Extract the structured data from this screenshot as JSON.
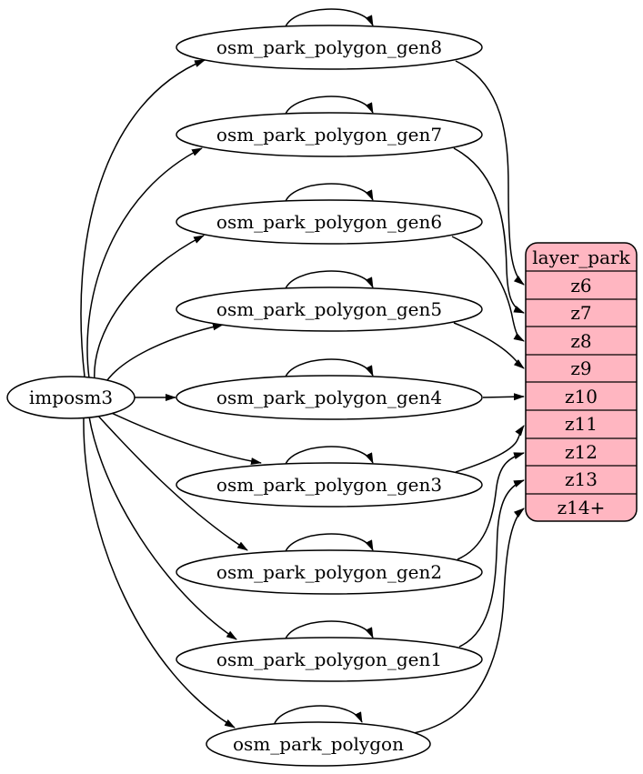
{
  "source": {
    "label": "imposm3"
  },
  "tables": [
    {
      "id": "osm_park_polygon_gen8",
      "label": "osm_park_polygon_gen8"
    },
    {
      "id": "osm_park_polygon_gen7",
      "label": "osm_park_polygon_gen7"
    },
    {
      "id": "osm_park_polygon_gen6",
      "label": "osm_park_polygon_gen6"
    },
    {
      "id": "osm_park_polygon_gen5",
      "label": "osm_park_polygon_gen5"
    },
    {
      "id": "osm_park_polygon_gen4",
      "label": "osm_park_polygon_gen4"
    },
    {
      "id": "osm_park_polygon_gen3",
      "label": "osm_park_polygon_gen3"
    },
    {
      "id": "osm_park_polygon_gen2",
      "label": "osm_park_polygon_gen2"
    },
    {
      "id": "osm_park_polygon_gen1",
      "label": "osm_park_polygon_gen1"
    },
    {
      "id": "osm_park_polygon",
      "label": "osm_park_polygon"
    }
  ],
  "layer": {
    "header": "layer_park",
    "rows": [
      "z6",
      "z7",
      "z8",
      "z9",
      "z10",
      "z11",
      "z12",
      "z13",
      "z14+"
    ]
  },
  "colors": {
    "layer_fill": "#ffb6c1",
    "table_fill": "#ffffff",
    "stroke": "#000000"
  },
  "edges": {
    "from_source": [
      "osm_park_polygon_gen8",
      "osm_park_polygon_gen7",
      "osm_park_polygon_gen6",
      "osm_park_polygon_gen5",
      "osm_park_polygon_gen4",
      "osm_park_polygon_gen3",
      "osm_park_polygon_gen2",
      "osm_park_polygon_gen1",
      "osm_park_polygon"
    ],
    "self_loops": [
      "osm_park_polygon_gen8",
      "osm_park_polygon_gen7",
      "osm_park_polygon_gen6",
      "osm_park_polygon_gen5",
      "osm_park_polygon_gen4",
      "osm_park_polygon_gen3",
      "osm_park_polygon_gen2",
      "osm_park_polygon_gen1",
      "osm_park_polygon"
    ],
    "to_layer": [
      {
        "from": "osm_park_polygon_gen8",
        "to_row": "z6"
      },
      {
        "from": "osm_park_polygon_gen7",
        "to_row": "z7"
      },
      {
        "from": "osm_park_polygon_gen6",
        "to_row": "z8"
      },
      {
        "from": "osm_park_polygon_gen5",
        "to_row": "z9"
      },
      {
        "from": "osm_park_polygon_gen4",
        "to_row": "z10"
      },
      {
        "from": "osm_park_polygon_gen3",
        "to_row": "z11"
      },
      {
        "from": "osm_park_polygon_gen2",
        "to_row": "z12"
      },
      {
        "from": "osm_park_polygon_gen1",
        "to_row": "z13"
      },
      {
        "from": "osm_park_polygon",
        "to_row": "z14+"
      }
    ]
  }
}
